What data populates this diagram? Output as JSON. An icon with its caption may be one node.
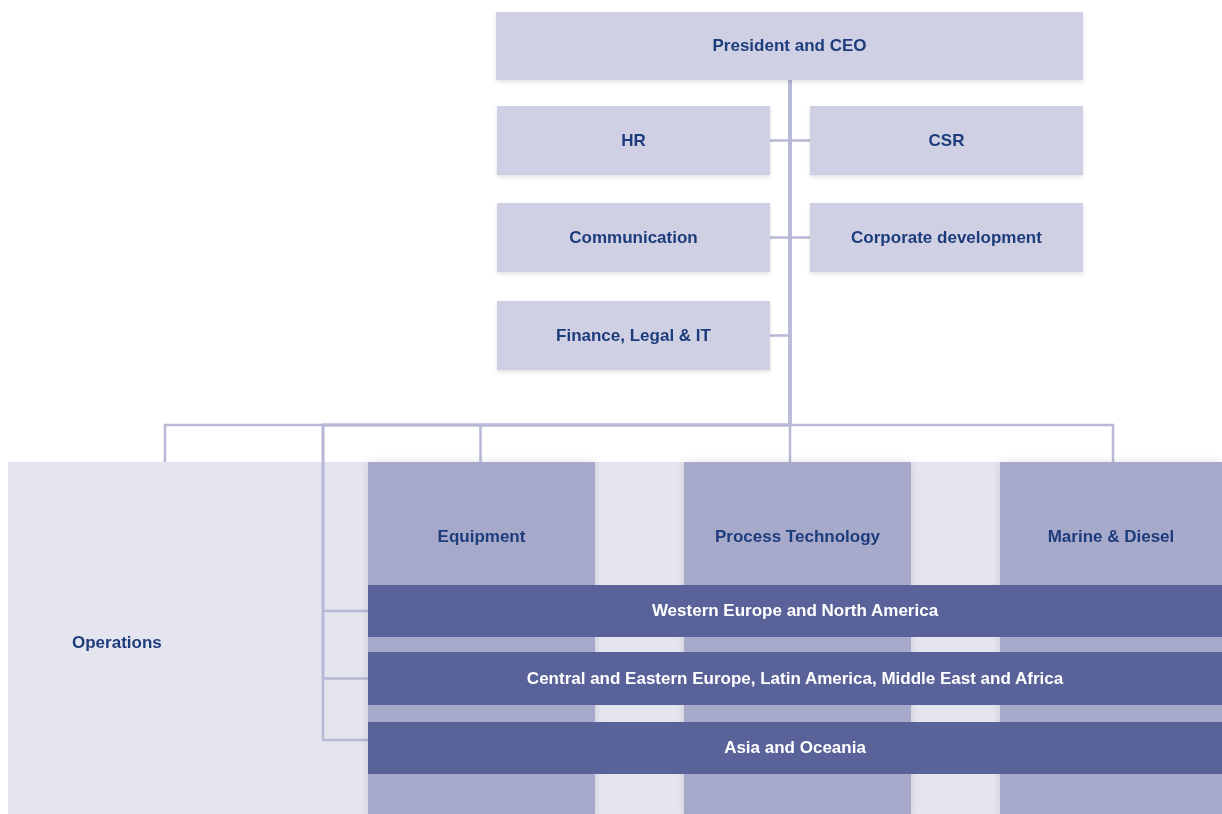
{
  "diagram": {
    "nodes": [
      {
        "text": [
          "President and CEO"
        ]
      },
      {
        "text": [
          "HR"
        ]
      },
      {
        "text": [
          "CSR"
        ]
      },
      {
        "text": [
          "Communication"
        ]
      },
      {
        "text": [
          "Corporate development"
        ]
      },
      {
        "text": [
          "Finance, Legal & IT"
        ]
      },
      {
        "text": [
          "Operations"
        ]
      },
      {
        "text": [
          "Equipment"
        ],
        "in": 6
      },
      {
        "text": [
          "Process Technology"
        ],
        "in": 6
      },
      {
        "text": [
          "Marine & Diesel"
        ],
        "in": 6
      },
      {
        "text": [
          "Western Europe and North America"
        ],
        "in": 6
      },
      {
        "text": [
          "Central and Eastern Europe, Latin America, Middle East and Africa"
        ],
        "in": 6
      },
      {
        "text": [
          "Asia and Oceania"
        ],
        "in": 6
      }
    ],
    "edges": [
      {
        "from": 0,
        "to": 1,
        "arrow": "none"
      },
      {
        "from": 0,
        "to": 2,
        "arrow": "none"
      },
      {
        "from": 0,
        "to": 3,
        "arrow": "none"
      },
      {
        "from": 0,
        "to": 4,
        "arrow": "none"
      },
      {
        "from": 0,
        "to": 5,
        "arrow": "none"
      },
      {
        "from": 0,
        "to": 6,
        "arrow": "none"
      },
      {
        "from": 0,
        "to": 7,
        "arrow": "none"
      },
      {
        "from": 0,
        "to": 8,
        "arrow": "none"
      },
      {
        "from": 0,
        "to": 9,
        "arrow": "none"
      },
      {
        "from": 0,
        "to": 10,
        "arrow": "none"
      },
      {
        "from": 0,
        "to": 11,
        "arrow": "none"
      },
      {
        "from": 0,
        "to": 12,
        "arrow": "none"
      }
    ]
  }
}
